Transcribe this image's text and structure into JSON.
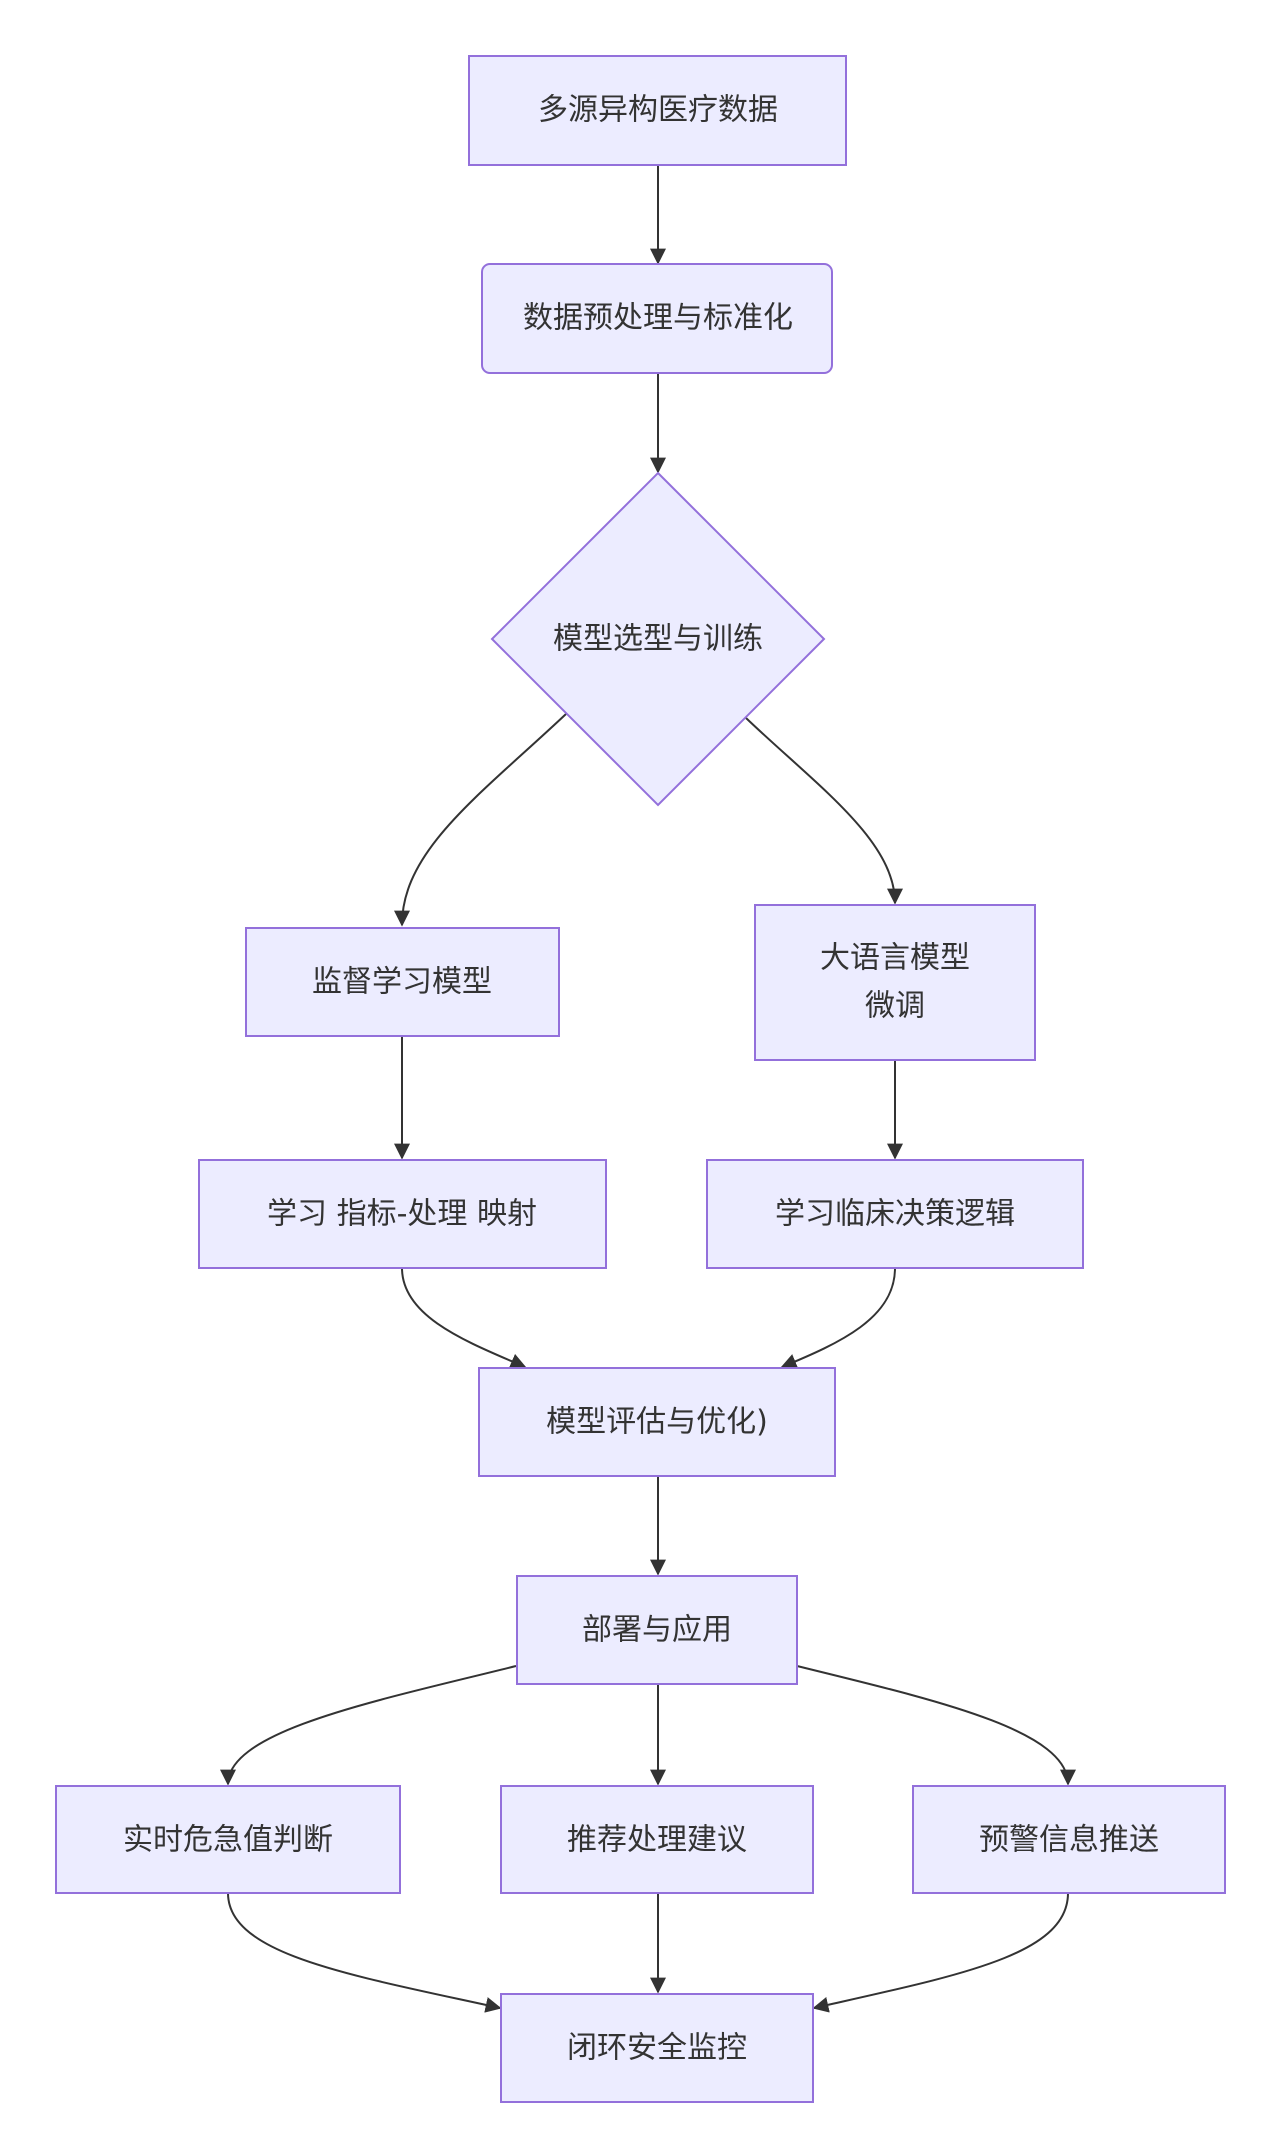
{
  "diagram": {
    "type": "flowchart",
    "colors": {
      "node_fill": "#ECECFF",
      "node_stroke": "#9370DB",
      "edge": "#333333",
      "text": "#333333",
      "background": "#FFFFFF"
    },
    "nodes": {
      "data_sources": {
        "label": "多源异构医疗数据",
        "shape": "rect"
      },
      "preprocess": {
        "label": "数据预处理与标准化",
        "shape": "rounded-rect"
      },
      "model_select": {
        "label": "模型选型与训练",
        "shape": "diamond"
      },
      "supervised": {
        "label": "监督学习模型",
        "shape": "rect"
      },
      "llm_finetune": {
        "label_line1": "大语言模型",
        "label_line2": "微调",
        "shape": "rect"
      },
      "learn_mapping": {
        "label": "学习 指标-处理 映射",
        "shape": "rect"
      },
      "learn_logic": {
        "label": "学习临床决策逻辑",
        "shape": "rect"
      },
      "evaluate": {
        "label": "模型评估与优化)",
        "shape": "rect"
      },
      "deploy": {
        "label": "部署与应用",
        "shape": "rect"
      },
      "critical_value": {
        "label": "实时危急值判断",
        "shape": "rect"
      },
      "recommend": {
        "label": "推荐处理建议",
        "shape": "rect"
      },
      "alert_push": {
        "label": "预警信息推送",
        "shape": "rect"
      },
      "closed_loop": {
        "label": "闭环安全监控",
        "shape": "rect"
      }
    },
    "edges": [
      {
        "from": "data_sources",
        "to": "preprocess"
      },
      {
        "from": "preprocess",
        "to": "model_select"
      },
      {
        "from": "model_select",
        "to": "supervised"
      },
      {
        "from": "model_select",
        "to": "llm_finetune"
      },
      {
        "from": "supervised",
        "to": "learn_mapping"
      },
      {
        "from": "llm_finetune",
        "to": "learn_logic"
      },
      {
        "from": "learn_mapping",
        "to": "evaluate"
      },
      {
        "from": "learn_logic",
        "to": "evaluate"
      },
      {
        "from": "evaluate",
        "to": "deploy"
      },
      {
        "from": "deploy",
        "to": "critical_value"
      },
      {
        "from": "deploy",
        "to": "recommend"
      },
      {
        "from": "deploy",
        "to": "alert_push"
      },
      {
        "from": "critical_value",
        "to": "closed_loop"
      },
      {
        "from": "recommend",
        "to": "closed_loop"
      },
      {
        "from": "alert_push",
        "to": "closed_loop"
      }
    ]
  }
}
